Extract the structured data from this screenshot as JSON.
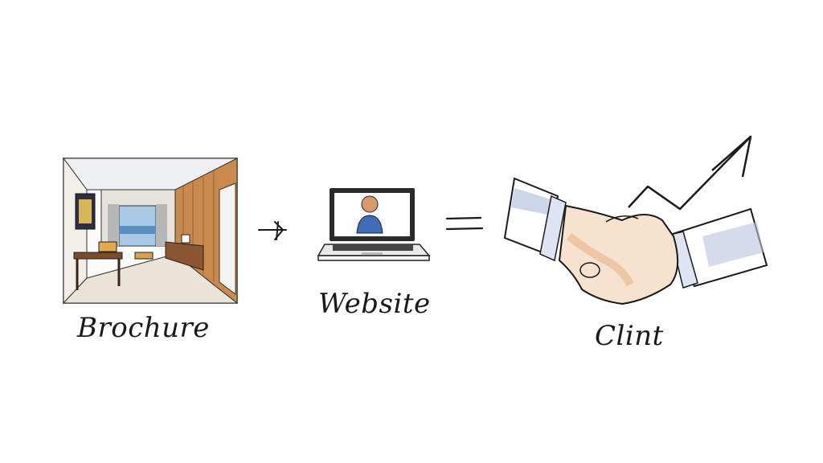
{
  "diagram": {
    "type": "equation-sketch",
    "terms": [
      {
        "id": "brochure",
        "label": "Brochure",
        "icon": "room-interior-sketch"
      },
      {
        "id": "website",
        "label": "Website",
        "icon": "laptop-with-person-icon"
      },
      {
        "id": "client",
        "label": "Clint",
        "icon": "handshake-with-growth-arrow"
      }
    ],
    "operators": [
      {
        "symbol": "+",
        "rendered_as": "arrow-plus-mark"
      },
      {
        "symbol": "="
      }
    ],
    "colors": {
      "ink": "#1a1a1a",
      "wood": "#c98a4b",
      "shirt": "#3f6db5",
      "skin": "#e8b48a",
      "sleeve_shadow": "#b8c4e0",
      "sea": "#5a8fc4"
    }
  }
}
